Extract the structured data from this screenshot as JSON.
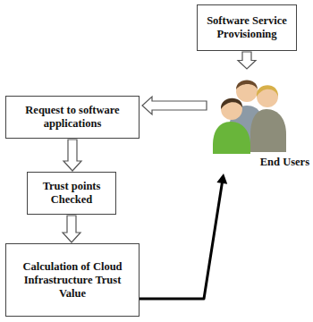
{
  "diagram": {
    "nodes": [
      {
        "text": [
          "Software Service Provisioning"
        ]
      },
      {
        "text": [
          "End Users"
        ]
      },
      {
        "text": [
          "Request to software applications"
        ]
      },
      {
        "text": [
          "Trust points Checked"
        ]
      },
      {
        "text": [
          "Calculation of Cloud Infrastructure Trust Value"
        ]
      }
    ],
    "edges": [
      {
        "from": 0,
        "to": 1,
        "arrow": "to"
      },
      {
        "from": 1,
        "to": 2,
        "arrow": "to"
      },
      {
        "from": 2,
        "to": 3,
        "arrow": "to"
      },
      {
        "from": 3,
        "to": 4,
        "arrow": "to"
      },
      {
        "from": 4,
        "to": 1,
        "arrow": "to"
      }
    ]
  }
}
